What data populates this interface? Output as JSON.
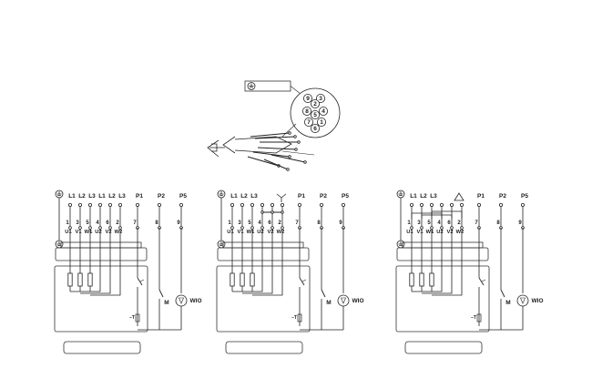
{
  "connector": {
    "pin_labels": [
      "9",
      "3",
      "8",
      "2",
      "4",
      "7",
      "5",
      "1",
      "6"
    ]
  },
  "diagrams": [
    {
      "top_labels": [
        "L1",
        "L2",
        "L3",
        "L1",
        "L2",
        "L3",
        "P1",
        "P2",
        "P5"
      ],
      "pin_numbers": [
        "1",
        "3",
        "5",
        "4",
        "6",
        "2",
        "7",
        "8",
        "9"
      ],
      "phase_labels": [
        "U1",
        "V1",
        "W1",
        "U2",
        "V2",
        "W2"
      ],
      "device_labels": [
        "M",
        "WIO"
      ]
    },
    {
      "top_labels": [
        "L1",
        "L2",
        "L3",
        "P1",
        "P2",
        "P5"
      ],
      "symbol": "Y",
      "pin_numbers": [
        "1",
        "3",
        "5",
        "4",
        "6",
        "2",
        "7",
        "8",
        "9"
      ],
      "phase_labels": [
        "U1",
        "V1",
        "W1",
        "U2",
        "V2",
        "W2"
      ],
      "device_labels": [
        "M",
        "WIO"
      ]
    },
    {
      "top_labels": [
        "L1",
        "L2",
        "L3",
        "P1",
        "P2",
        "P5"
      ],
      "symbol": "triangle",
      "pin_numbers": [
        "1",
        "3",
        "5",
        "4",
        "6",
        "2",
        "7",
        "8",
        "9"
      ],
      "phase_labels": [
        "U1",
        "V1",
        "W1",
        "U2",
        "V2",
        "W2"
      ],
      "device_labels": [
        "M",
        "WIO"
      ]
    }
  ]
}
